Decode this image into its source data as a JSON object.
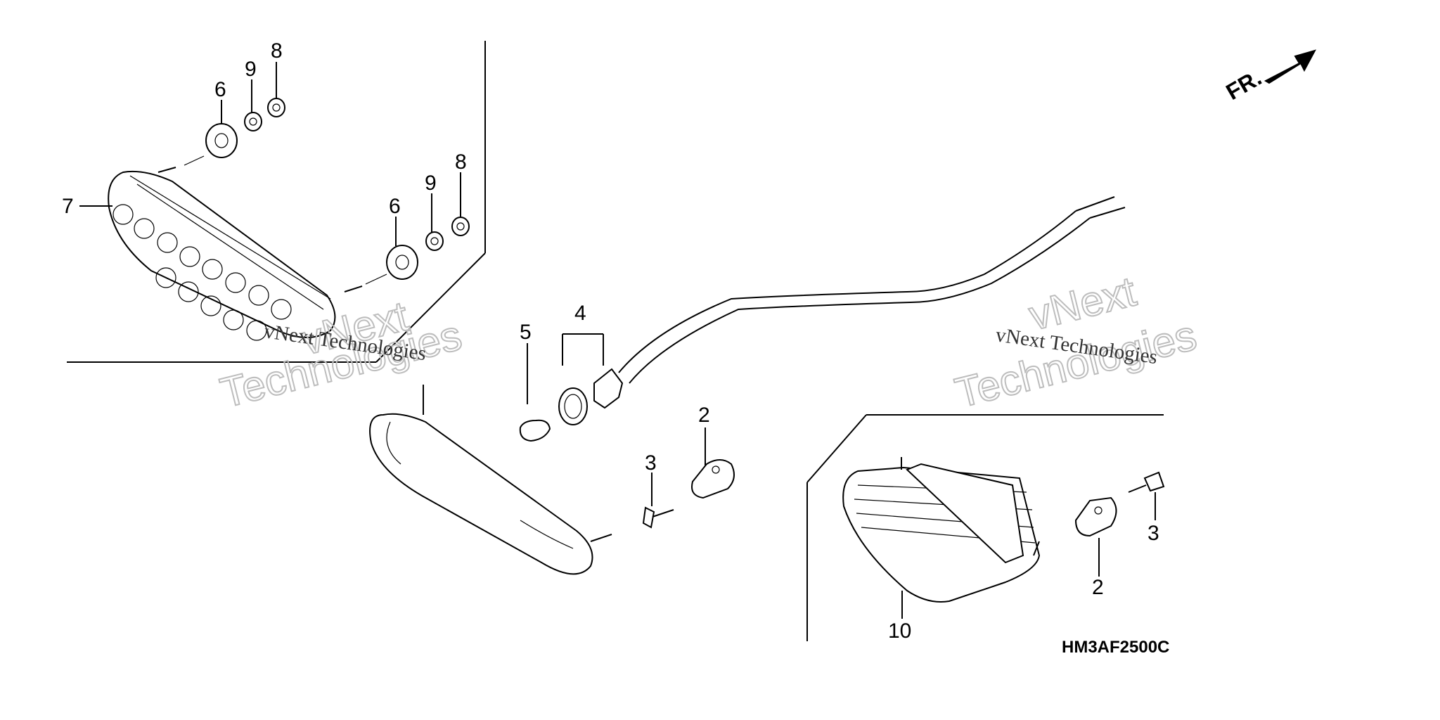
{
  "callouts": {
    "c1": "6",
    "c2": "9",
    "c3": "8",
    "c4": "6",
    "c5": "9",
    "c6": "8",
    "c7": "7",
    "c8": "5",
    "c9": "4",
    "c10": "2",
    "c11": "3",
    "c12": "3",
    "c13": "2",
    "c14": "10"
  },
  "direction_label": "FR.",
  "diagram_code": "HM3AF2500C",
  "watermarks": {
    "big_1a": "vNext",
    "big_1b": "Technologies",
    "small_1": "vNext Technologies",
    "big_2a": "vNext",
    "big_2b": "Technologies",
    "small_2": "vNext Technologies"
  }
}
